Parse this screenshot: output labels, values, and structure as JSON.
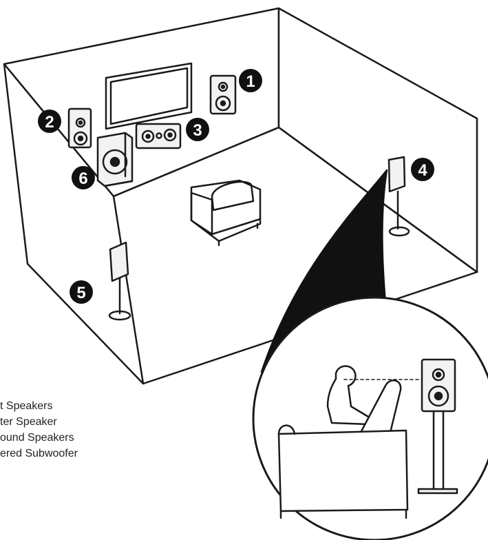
{
  "badges": {
    "b1": "1",
    "b2": "2",
    "b3": "3",
    "b4": "4",
    "b5": "5",
    "b6": "6"
  },
  "legend": {
    "line1": "t Speakers",
    "line2": "ter Speaker",
    "line3": "ound Speakers",
    "line4": "ered Subwoofer"
  },
  "colors": {
    "ink": "#1a1a1a",
    "speaker_fill": "#f2f2f2",
    "badge": "#111111",
    "background": "#ffffff"
  }
}
